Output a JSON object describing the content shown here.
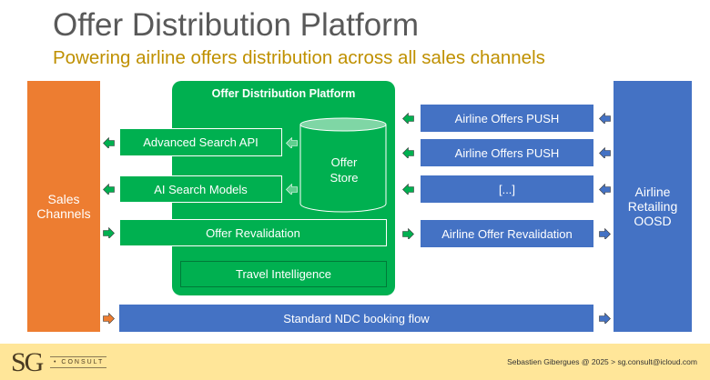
{
  "header": {
    "title": "Offer Distribution Platform",
    "subtitle": "Powering airline offers distribution across all sales channels"
  },
  "left": {
    "label": "Sales Channels"
  },
  "right": {
    "label": "Airline Retailing OOSD"
  },
  "platform": {
    "title": "Offer Distribution Platform",
    "modules": [
      "Advanced Search API",
      "AI Search Models",
      "Offer Revalidation",
      "Travel Intelligence"
    ],
    "store": "Offer Store"
  },
  "airline_boxes": [
    "Airline Offers PUSH",
    "Airline Offers PUSH",
    "[...]",
    "Airline Offer Revalidation"
  ],
  "ndc": {
    "label": "Standard NDC booking flow"
  },
  "footer": {
    "logo": "SG CONSULT",
    "logo_main": "SG",
    "logo_sub": "CONSULT",
    "credit": "Sebastien Gibergues @ 2025 > sg.consult@icloud.com"
  },
  "colors": {
    "orange": "#ed7d31",
    "green": "#00b050",
    "blue": "#4472c4",
    "gold": "#bf9000",
    "footer": "#ffe699"
  }
}
